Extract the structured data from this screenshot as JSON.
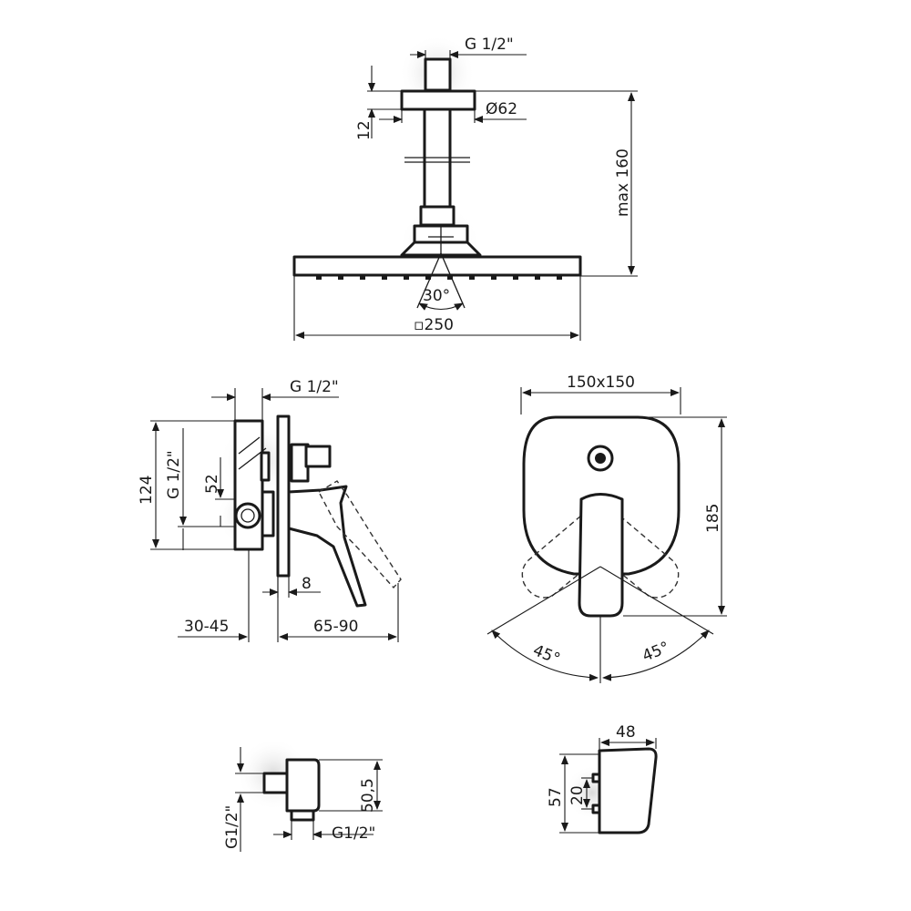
{
  "shower_head": {
    "thread": "G 1/2\"",
    "flange_diameter": "Ø62",
    "flange_height": "12",
    "max_height": "max 160",
    "spray_angle": "30°",
    "head_size": "▫250"
  },
  "mixer_side": {
    "thread_top": "G 1/2\"",
    "thread_vertical": "G 1/2\"",
    "height": "124",
    "spacing": "52",
    "plate_gap": "8",
    "depth_wall": "30-45",
    "depth_front": "65-90"
  },
  "mixer_front": {
    "plate_size": "150x150",
    "height": "185",
    "angle_left": "45°",
    "angle_right": "45°"
  },
  "outlet": {
    "height": "50,5",
    "thread_side": "G1/2\"",
    "thread_bottom": "G1/2\""
  },
  "holder": {
    "width": "48",
    "height": "57",
    "hole_spacing": "20"
  }
}
